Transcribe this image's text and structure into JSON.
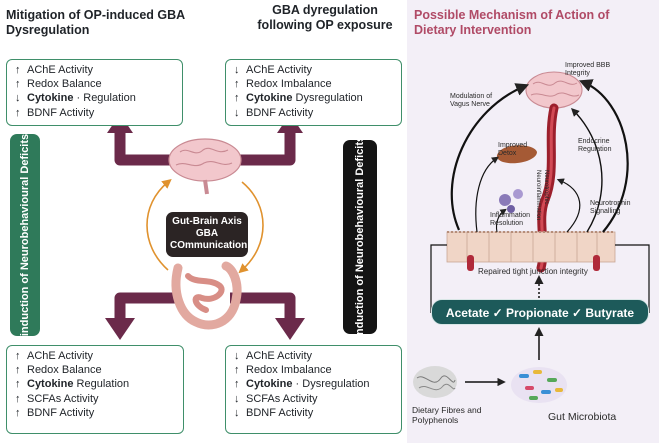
{
  "left_panel": {
    "title_left": "Mitigation of OP-induced GBA Dysregulation",
    "title_right_line1": "GBA dyregulation",
    "title_right_line2": "following OP exposure",
    "box_top_left": {
      "lines": [
        {
          "arrow": "↑",
          "text": "AChE Activity"
        },
        {
          "arrow": "↑",
          "text": "Redox Balance"
        },
        {
          "arrow": "↓",
          "bold": "Cytokine",
          "text": " · Regulation"
        },
        {
          "arrow": "↑",
          "text": "BDNF Activity"
        }
      ]
    },
    "box_top_right": {
      "lines": [
        {
          "arrow": "↓",
          "text": "AChE Activity"
        },
        {
          "arrow": "↑",
          "text": "Redox Imbalance"
        },
        {
          "arrow": "↑",
          "bold": "Cytokine",
          "text": " Dysregulation"
        },
        {
          "arrow": "↓",
          "text": "BDNF Activity"
        }
      ]
    },
    "box_bottom_left": {
      "lines": [
        {
          "arrow": "↑",
          "text": "AChE Activity"
        },
        {
          "arrow": "↑",
          "text": "Redox Balance"
        },
        {
          "arrow": "↑",
          "bold": "Cytokine",
          "text": "  Regulation"
        },
        {
          "arrow": "↑",
          "text": "SCFAs Activity"
        },
        {
          "arrow": "↑",
          "text": "BDNF Activity"
        }
      ]
    },
    "box_bottom_right": {
      "lines": [
        {
          "arrow": "↓",
          "text": "AChE Activity"
        },
        {
          "arrow": "↑",
          "text": "Redox Imbalance"
        },
        {
          "arrow": "↑",
          "bold": "Cytokine",
          "text": " · Dysregulation"
        },
        {
          "arrow": "↓",
          "text": "SCFAs Activity"
        },
        {
          "arrow": "↓",
          "text": "BDNF Activity"
        }
      ]
    },
    "left_bar_text": "induction of Neurobehavioural Deficits",
    "right_bar_text": "induction of Neurobehavioural Deficits",
    "gba_box": [
      "Gut-Brain Axis",
      "GBA",
      "COmmunication"
    ]
  },
  "right_panel": {
    "title_line1": "Possible Mechanism of Action of",
    "title_line2": "Dietary Intervention",
    "labels": {
      "bbb": [
        "Improved BBB",
        "Integrity"
      ],
      "vagus": [
        "Modulation of",
        "Vagus Nerve"
      ],
      "detox": [
        "Improved",
        "Detox"
      ],
      "endocrine": [
        "Endocrine",
        "Regulation"
      ],
      "inflammation": [
        "Inflammation",
        "Resolution"
      ],
      "neurotrophin": [
        "Neurotrophin",
        "Signalling"
      ],
      "tight_junction": "Repaired tight junction integrity",
      "scfa": "Acetate ✓ Propionate ✓ Butyrate",
      "dietary": [
        "Dietary Fibres and",
        "Polyphenols"
      ],
      "microbiota": "Gut Microbiota",
      "vessel_text_1": "Neurotrophic",
      "vessel_text_2": "Neuroinflammation"
    }
  },
  "colors": {
    "box_border": "#3f8f6a",
    "arrow_maroon": "#6b2a4a",
    "title_pink": "#b04a66",
    "scfa_teal": "#1d5a5a",
    "right_bg": "#f3eff7"
  }
}
